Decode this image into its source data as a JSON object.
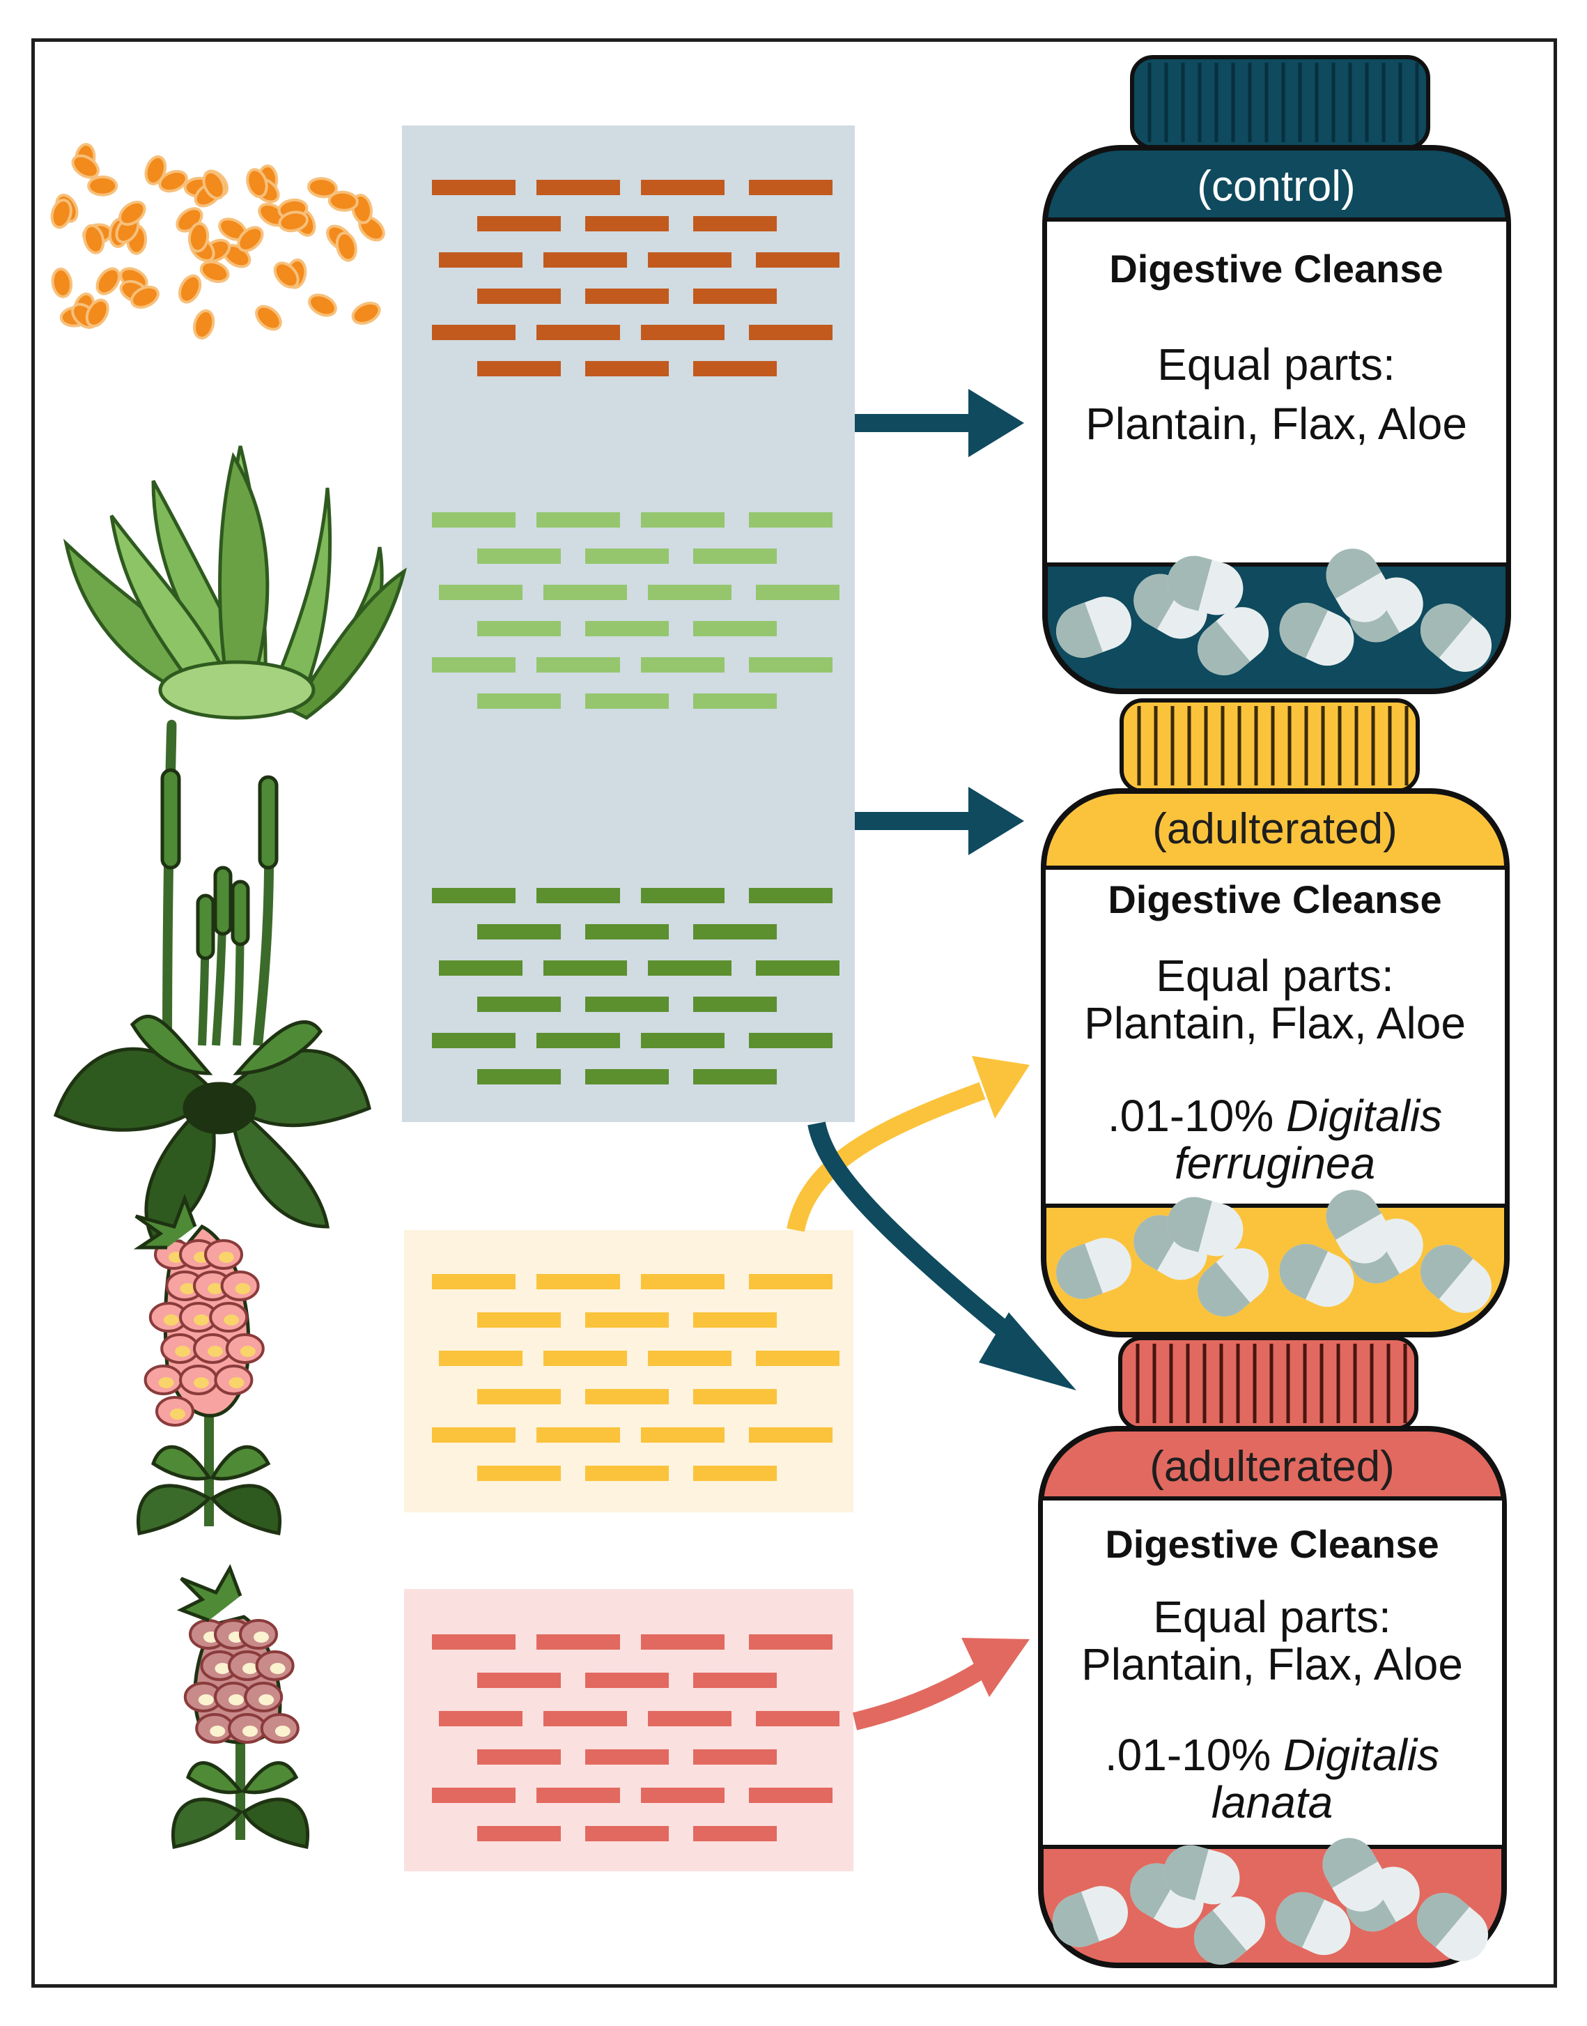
{
  "colors": {
    "orange": "#c25a1e",
    "light_green": "#95c66e",
    "dark_green": "#5c8f2e",
    "yellow": "#fbc33c",
    "red": "#e2695f",
    "navy": "#0f4a5e",
    "panel_blue": "#d0dbe2",
    "panel_yellow": "#fdf3de",
    "panel_red": "#fbe0e0",
    "capsule_light": "#e8eeef",
    "capsule_dark": "#a3b9b5"
  },
  "plants": [
    {
      "name": "flax-seeds-icon"
    },
    {
      "name": "aloe-plant-icon"
    },
    {
      "name": "plantain-plant-icon"
    },
    {
      "name": "digitalis-ferruginea-icon"
    },
    {
      "name": "digitalis-lanata-icon"
    }
  ],
  "bottles": [
    {
      "tag": "(control)",
      "title": "Digestive Cleanse",
      "line1": "Equal parts:",
      "line2": "Plantain, Flax, Aloe",
      "extra_prefix": "",
      "extra_italic1": "",
      "extra_italic2": "",
      "band_color": "#0f4a5e",
      "tag_text_color": "#ffffff"
    },
    {
      "tag": "(adulterated)",
      "title": "Digestive Cleanse",
      "line1": "Equal parts:",
      "line2": "Plantain, Flax, Aloe",
      "extra_prefix": ".01-10% ",
      "extra_italic1": "Digitalis",
      "extra_italic2": "ferruginea",
      "band_color": "#fbc33c",
      "tag_text_color": "#1e1e1e"
    },
    {
      "tag": "(adulterated)",
      "title": "Digestive Cleanse",
      "line1": "Equal parts:",
      "line2": "Plantain, Flax, Aloe",
      "extra_prefix": ".01-10% ",
      "extra_italic1": "Digitalis",
      "extra_italic2": "lanata",
      "band_color": "#e2695f",
      "tag_text_color": "#1e1e1e"
    }
  ]
}
